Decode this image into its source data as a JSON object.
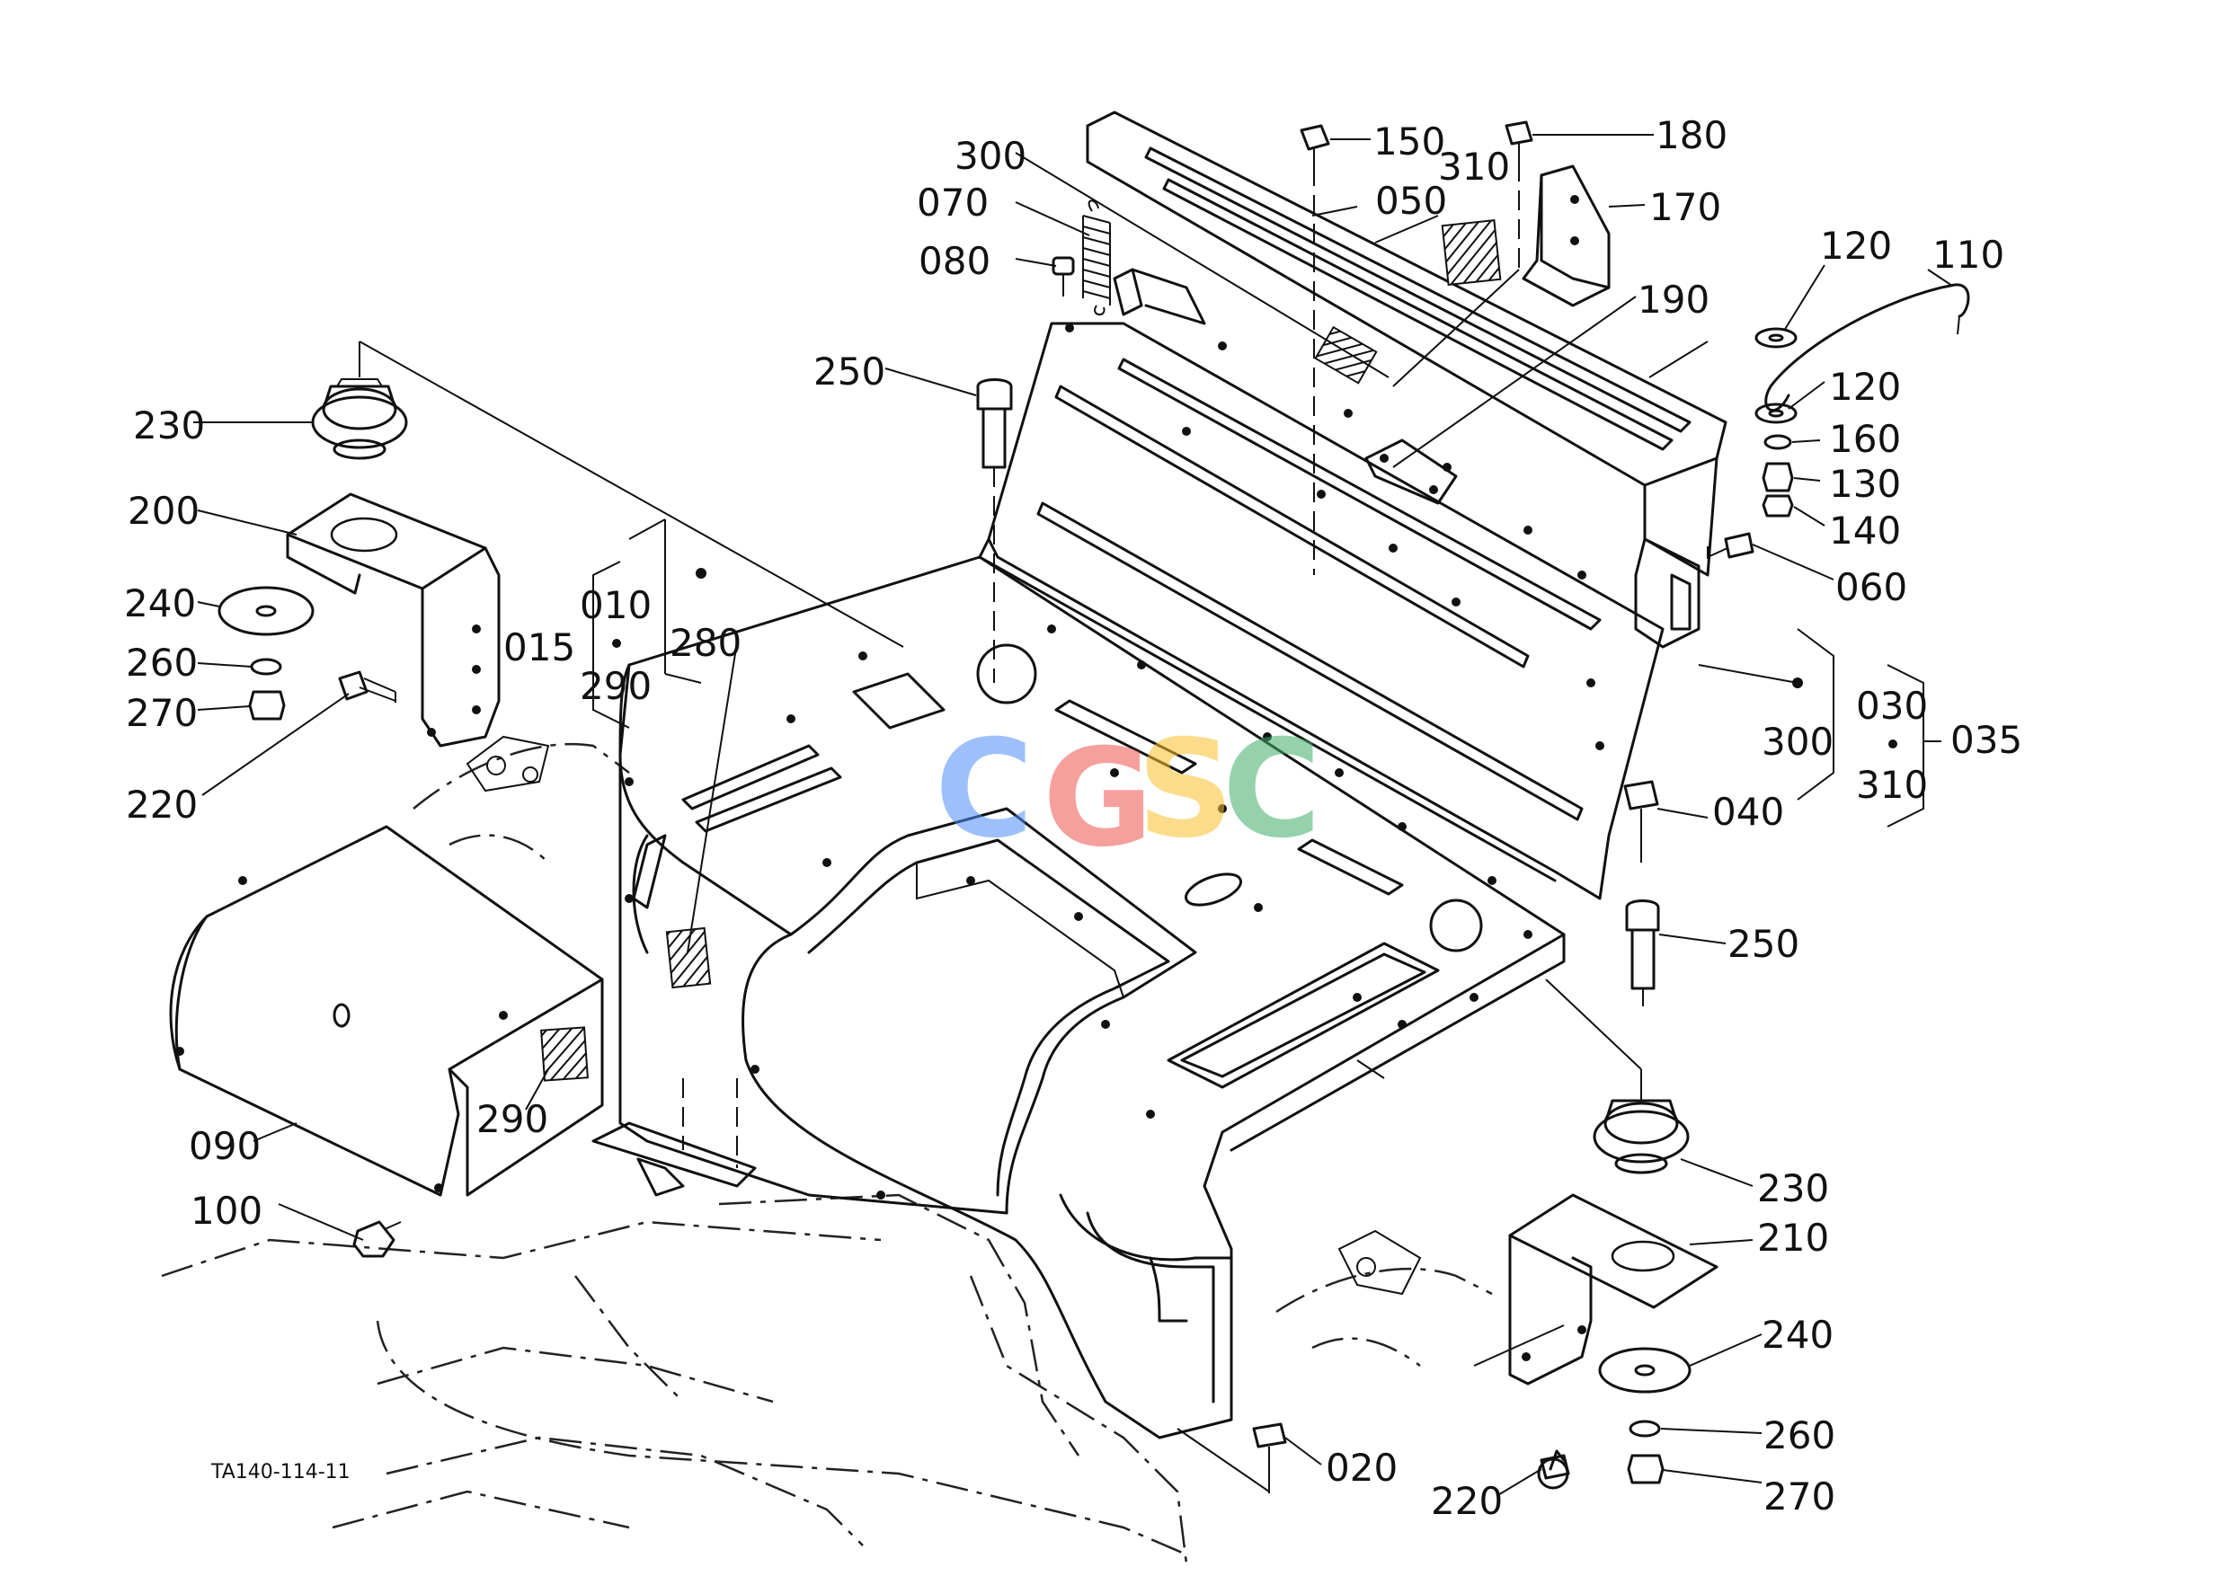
{
  "diagram": {
    "code": "TA140-114-11",
    "watermark": {
      "letters": [
        "C",
        "G",
        "S",
        "C"
      ],
      "colors": [
        "#4f8ef7",
        "#ef5350",
        "#f9c02c",
        "#3fae6a"
      ]
    },
    "callouts": {
      "c300_top": "300",
      "c070": "070",
      "c080": "080",
      "c150": "150",
      "c050": "050",
      "c310_top": "310",
      "c180": "180",
      "c170": "170",
      "c190": "190",
      "c120_a": "120",
      "c110": "110",
      "c120_b": "120",
      "c160": "160",
      "c130": "130",
      "c140": "140",
      "c060": "060",
      "c250_top": "250",
      "c230_left": "230",
      "c200": "200",
      "c240_left": "240",
      "c260_left": "260",
      "c270_left": "270",
      "c220_left": "220",
      "c015": "015",
      "c010": "010",
      "c290_group": "290",
      "c280": "280",
      "c300_group": "300",
      "c030": "030",
      "c035": "035",
      "c310_group": "310",
      "c040": "040",
      "c250_right": "250",
      "c090": "090",
      "c290_cover": "290",
      "c100": "100",
      "c230_right": "230",
      "c210": "210",
      "c240_right": "240",
      "c260_right": "260",
      "c270_right": "270",
      "c220_right": "220",
      "c020": "020"
    }
  }
}
